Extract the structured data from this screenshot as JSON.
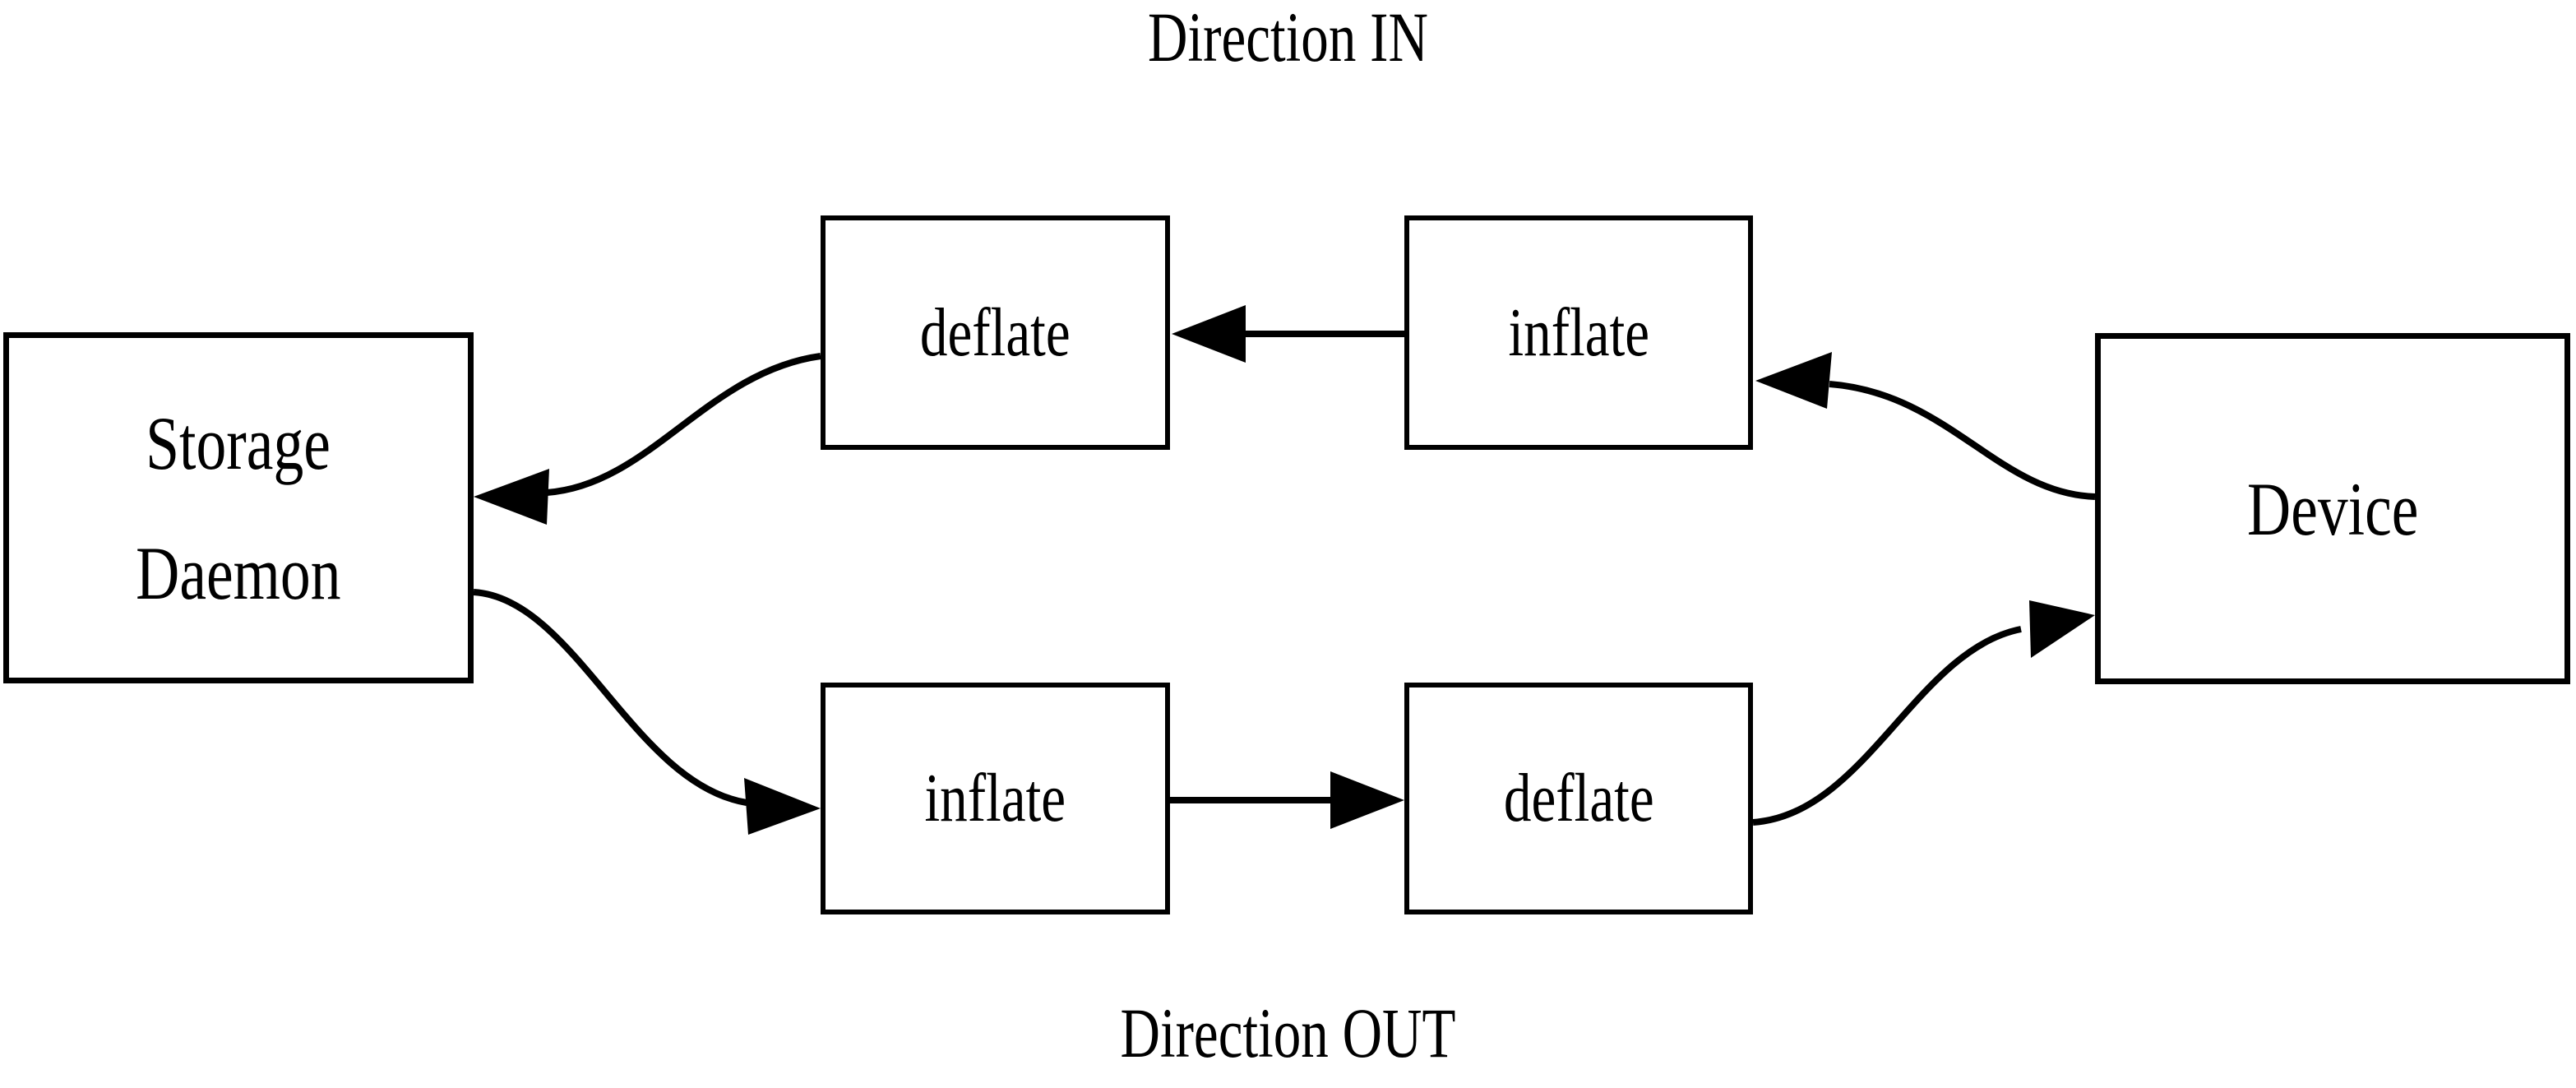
{
  "diagram": {
    "title_top": "Direction IN",
    "title_bottom": "Direction OUT",
    "stroke_color": "#000000",
    "background_color": "#ffffff",
    "nodes": [
      {
        "id": "storage-daemon",
        "line1": "Storage",
        "line2": "Daemon"
      },
      {
        "id": "device",
        "label": "Device"
      },
      {
        "id": "deflate-in",
        "label": "deflate"
      },
      {
        "id": "inflate-in",
        "label": "inflate"
      },
      {
        "id": "inflate-out",
        "label": "inflate"
      },
      {
        "id": "deflate-out",
        "label": "deflate"
      }
    ],
    "edges": [
      {
        "id": "device-to-inflate-in",
        "from": "device",
        "to": "inflate-in",
        "style": "curved",
        "arrow": "left"
      },
      {
        "id": "inflate-in-to-deflate-in",
        "from": "inflate-in",
        "to": "deflate-in",
        "style": "straight",
        "arrow": "left"
      },
      {
        "id": "deflate-in-to-storage-daemon",
        "from": "deflate-in",
        "to": "storage-daemon",
        "style": "curved",
        "arrow": "left"
      },
      {
        "id": "storage-daemon-to-inflate-out",
        "from": "storage-daemon",
        "to": "inflate-out",
        "style": "curved",
        "arrow": "right"
      },
      {
        "id": "inflate-out-to-deflate-out",
        "from": "inflate-out",
        "to": "deflate-out",
        "style": "straight",
        "arrow": "right"
      },
      {
        "id": "deflate-out-to-device",
        "from": "deflate-out",
        "to": "device",
        "style": "curved",
        "arrow": "right"
      }
    ]
  }
}
